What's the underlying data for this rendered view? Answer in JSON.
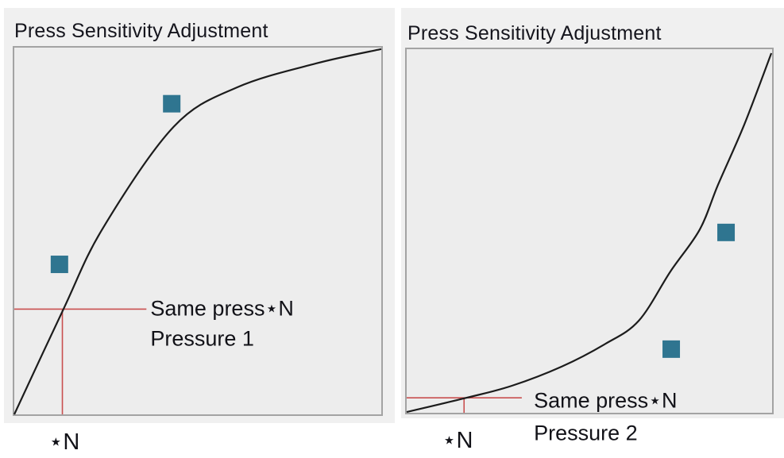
{
  "colors": {
    "curve": "#1c1c1c",
    "marker": "#2f7590",
    "guide": "#c94f4f",
    "plot_background": "#ededed",
    "panel_background": "#f0f0f0",
    "plot_border": "#a3a3a3",
    "text": "#15151d",
    "page_background": "#ffffff"
  },
  "chart_data": [
    {
      "type": "line",
      "title": "Press Sensitivity Adjustment",
      "xlabel": "",
      "ylabel": "",
      "axis_range_norm": [
        0,
        1
      ],
      "grid": false,
      "legend": false,
      "curve_points_norm": [
        [
          0.0,
          0.0
        ],
        [
          0.134,
          0.287
        ],
        [
          0.241,
          0.507
        ],
        [
          0.435,
          0.785
        ],
        [
          0.608,
          0.892
        ],
        [
          0.823,
          0.957
        ],
        [
          1.0,
          0.996
        ]
      ],
      "markers_norm": [
        [
          0.123,
          0.409
        ],
        [
          0.429,
          0.847
        ]
      ],
      "marker_size_px": 22,
      "guide": {
        "x": 0.131,
        "y": 0.287,
        "h_extent": 0.36
      },
      "annotations": [
        {
          "text": "Same press⋆N",
          "x": 0.371,
          "y": 0.287
        },
        {
          "text": "Pressure 1",
          "x": 0.371,
          "y": 0.205
        }
      ],
      "x_tick": {
        "label": "⋆N",
        "x": 0.136
      }
    },
    {
      "type": "line",
      "title": "Press Sensitivity Adjustment",
      "xlabel": "",
      "ylabel": "",
      "axis_range_norm": [
        0,
        1
      ],
      "grid": false,
      "legend": false,
      "curve_points_norm": [
        [
          0.0,
          0.002
        ],
        [
          0.163,
          0.041
        ],
        [
          0.287,
          0.074
        ],
        [
          0.424,
          0.127
        ],
        [
          0.541,
          0.188
        ],
        [
          0.635,
          0.253
        ],
        [
          0.722,
          0.389
        ],
        [
          0.802,
          0.504
        ],
        [
          0.852,
          0.627
        ],
        [
          0.924,
          0.793
        ],
        [
          0.998,
          0.989
        ]
      ],
      "markers_norm": [
        [
          0.874,
          0.496
        ],
        [
          0.724,
          0.175
        ]
      ],
      "marker_size_px": 22,
      "guide": {
        "x": 0.157,
        "y": 0.041,
        "h_extent": 0.315
      },
      "annotations": [
        {
          "text": "Same press⋆N",
          "x": 0.348,
          "y": 0.033
        },
        {
          "text": "Pressure 2",
          "x": 0.348,
          "y": -0.057
        }
      ],
      "x_tick": {
        "label": "⋆N",
        "x": 0.139
      }
    }
  ]
}
